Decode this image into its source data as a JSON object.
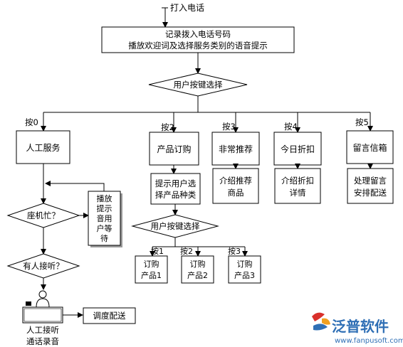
{
  "top_label": "打入电话",
  "record_box": {
    "line1": "记录拨入电话号码",
    "line2": "播放欢迎词及选择服务类别的语音提示"
  },
  "decision_main": "用户按键选择",
  "branches": {
    "b0": {
      "key": "按0",
      "label": "人工服务"
    },
    "b2": {
      "key": "按2",
      "label": "产品订购"
    },
    "b3": {
      "key": "按3",
      "label": "非常推荐"
    },
    "b4": {
      "key": "按4",
      "label": "今日折扣"
    },
    "b5": {
      "key": "按5",
      "label": "留言信箱"
    }
  },
  "sub_boxes": {
    "b2": {
      "line1": "提示用户选",
      "line2": "择产品种类"
    },
    "b3": {
      "line1": "介绍推荐",
      "line2": "商品"
    },
    "b4": {
      "line1": "介绍折扣",
      "line2": "详情"
    },
    "b5": {
      "line1": "处理留言",
      "line2": "安排配送"
    }
  },
  "decision_busy": "座机忙？",
  "decision_answer": "有人接听？",
  "play_prompt": {
    "lines": [
      "播放",
      "提示",
      "音用",
      "户等",
      "待"
    ]
  },
  "decision_product": "用户按键选择",
  "product_keys": [
    "按1",
    "按2",
    "按3"
  ],
  "products": [
    {
      "line1": "订购",
      "line2": "产品1"
    },
    {
      "line1": "订购",
      "line2": "产品2"
    },
    {
      "line1": "订购",
      "line2": "产品3"
    }
  ],
  "agent": {
    "line1": "人工接听",
    "line2": "通话录音"
  },
  "dispatch": "调度配送",
  "watermark": {
    "name": "泛普软件",
    "url": "www.fanpusoft.com"
  },
  "colors": {
    "line": "#000000",
    "bg": "#ffffff",
    "shadow": "#9a9a9a",
    "logo_blue": "#2f6fb5",
    "logo_red": "#d9302b"
  }
}
